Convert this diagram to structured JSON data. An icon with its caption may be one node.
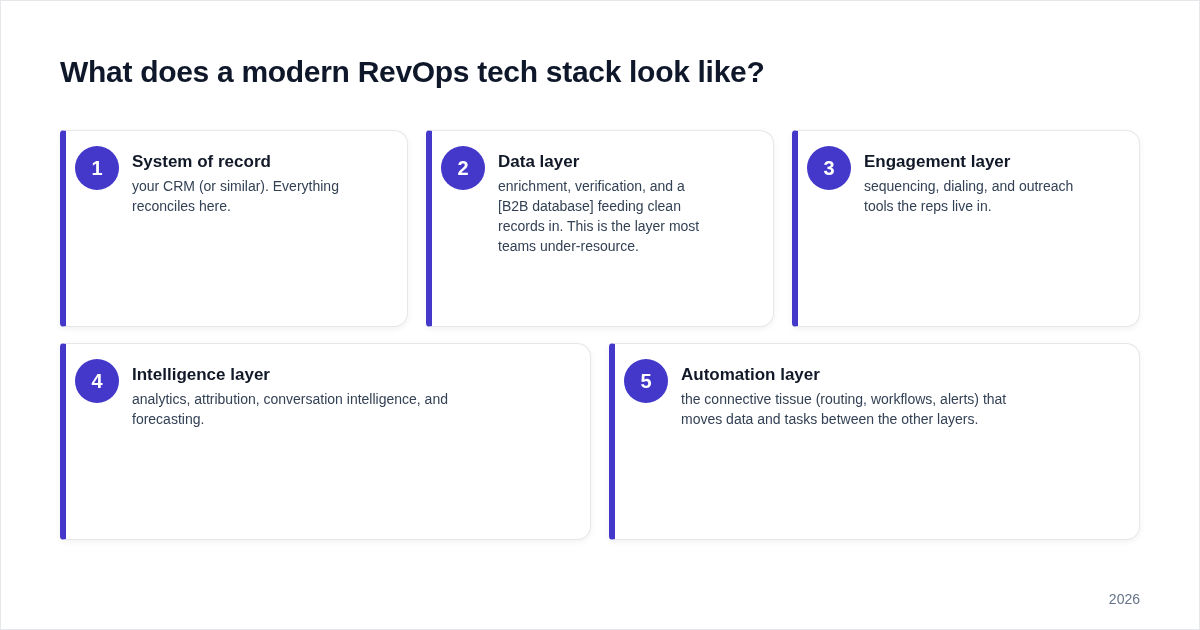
{
  "diagram": {
    "title": "What does a modern RevOps tech stack look like?",
    "nodes": [
      {
        "text": [
          "System of record",
          "your CRM (or similar). Everything reconciles here."
        ]
      },
      {
        "text": [
          "1"
        ],
        "in": 0
      },
      {
        "text": [
          "Data layer",
          "enrichment, verification, and a [B2B database] feeding clean records in. This is the layer most teams under-resource."
        ]
      },
      {
        "text": [
          "2"
        ],
        "in": 2
      },
      {
        "text": [
          "Engagement layer",
          "sequencing, dialing, and outreach tools the reps live in."
        ]
      },
      {
        "text": [
          "3"
        ],
        "in": 4
      },
      {
        "text": [
          "Intelligence layer",
          "analytics, attribution, conversation intelligence, and forecasting."
        ]
      },
      {
        "text": [
          "4"
        ],
        "in": 6
      },
      {
        "text": [
          "Automation layer",
          "the connective tissue (routing, workflows, alerts) that moves data and tasks between the other layers."
        ]
      },
      {
        "text": [
          "5"
        ],
        "in": 8
      }
    ],
    "labels": [
      "2026"
    ]
  }
}
